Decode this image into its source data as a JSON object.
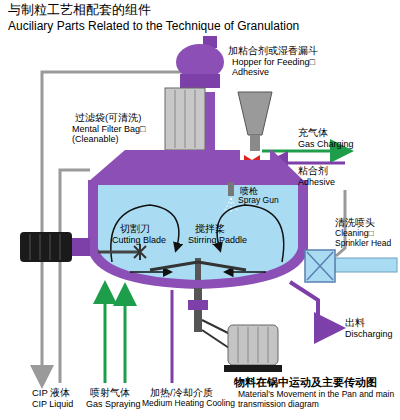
{
  "diagram": {
    "title": "与制粒工艺相配套的组件",
    "labels": [
      "Auciliary Parts Related to the Technique of Granulation",
      "加粘合剂或湿香漏斗",
      "Hopper for Feeding□ Adhesive",
      "过滤袋(可清洗)",
      "Mental Filter Bag□ (Cleanable)",
      "充气体",
      "Gas Charging",
      "粘合剂",
      "Adhesive",
      "喷枪",
      "Spray Gun",
      "切割刀",
      "Cutting Blade",
      "搅拌桨",
      "Stirring Paddle",
      "清洗喷头",
      "Cleaning□ Sprinkler Head",
      "出料",
      "Discharging",
      "CIP 液体",
      "CIP Liquid",
      "喷射气体",
      "Gas Spraying",
      "加热/冷却介质",
      "Medium Heating Cooling",
      "物料在锅中运动及主要传动图",
      "Material's Movement in the Pan and main transmission diagram"
    ]
  }
}
